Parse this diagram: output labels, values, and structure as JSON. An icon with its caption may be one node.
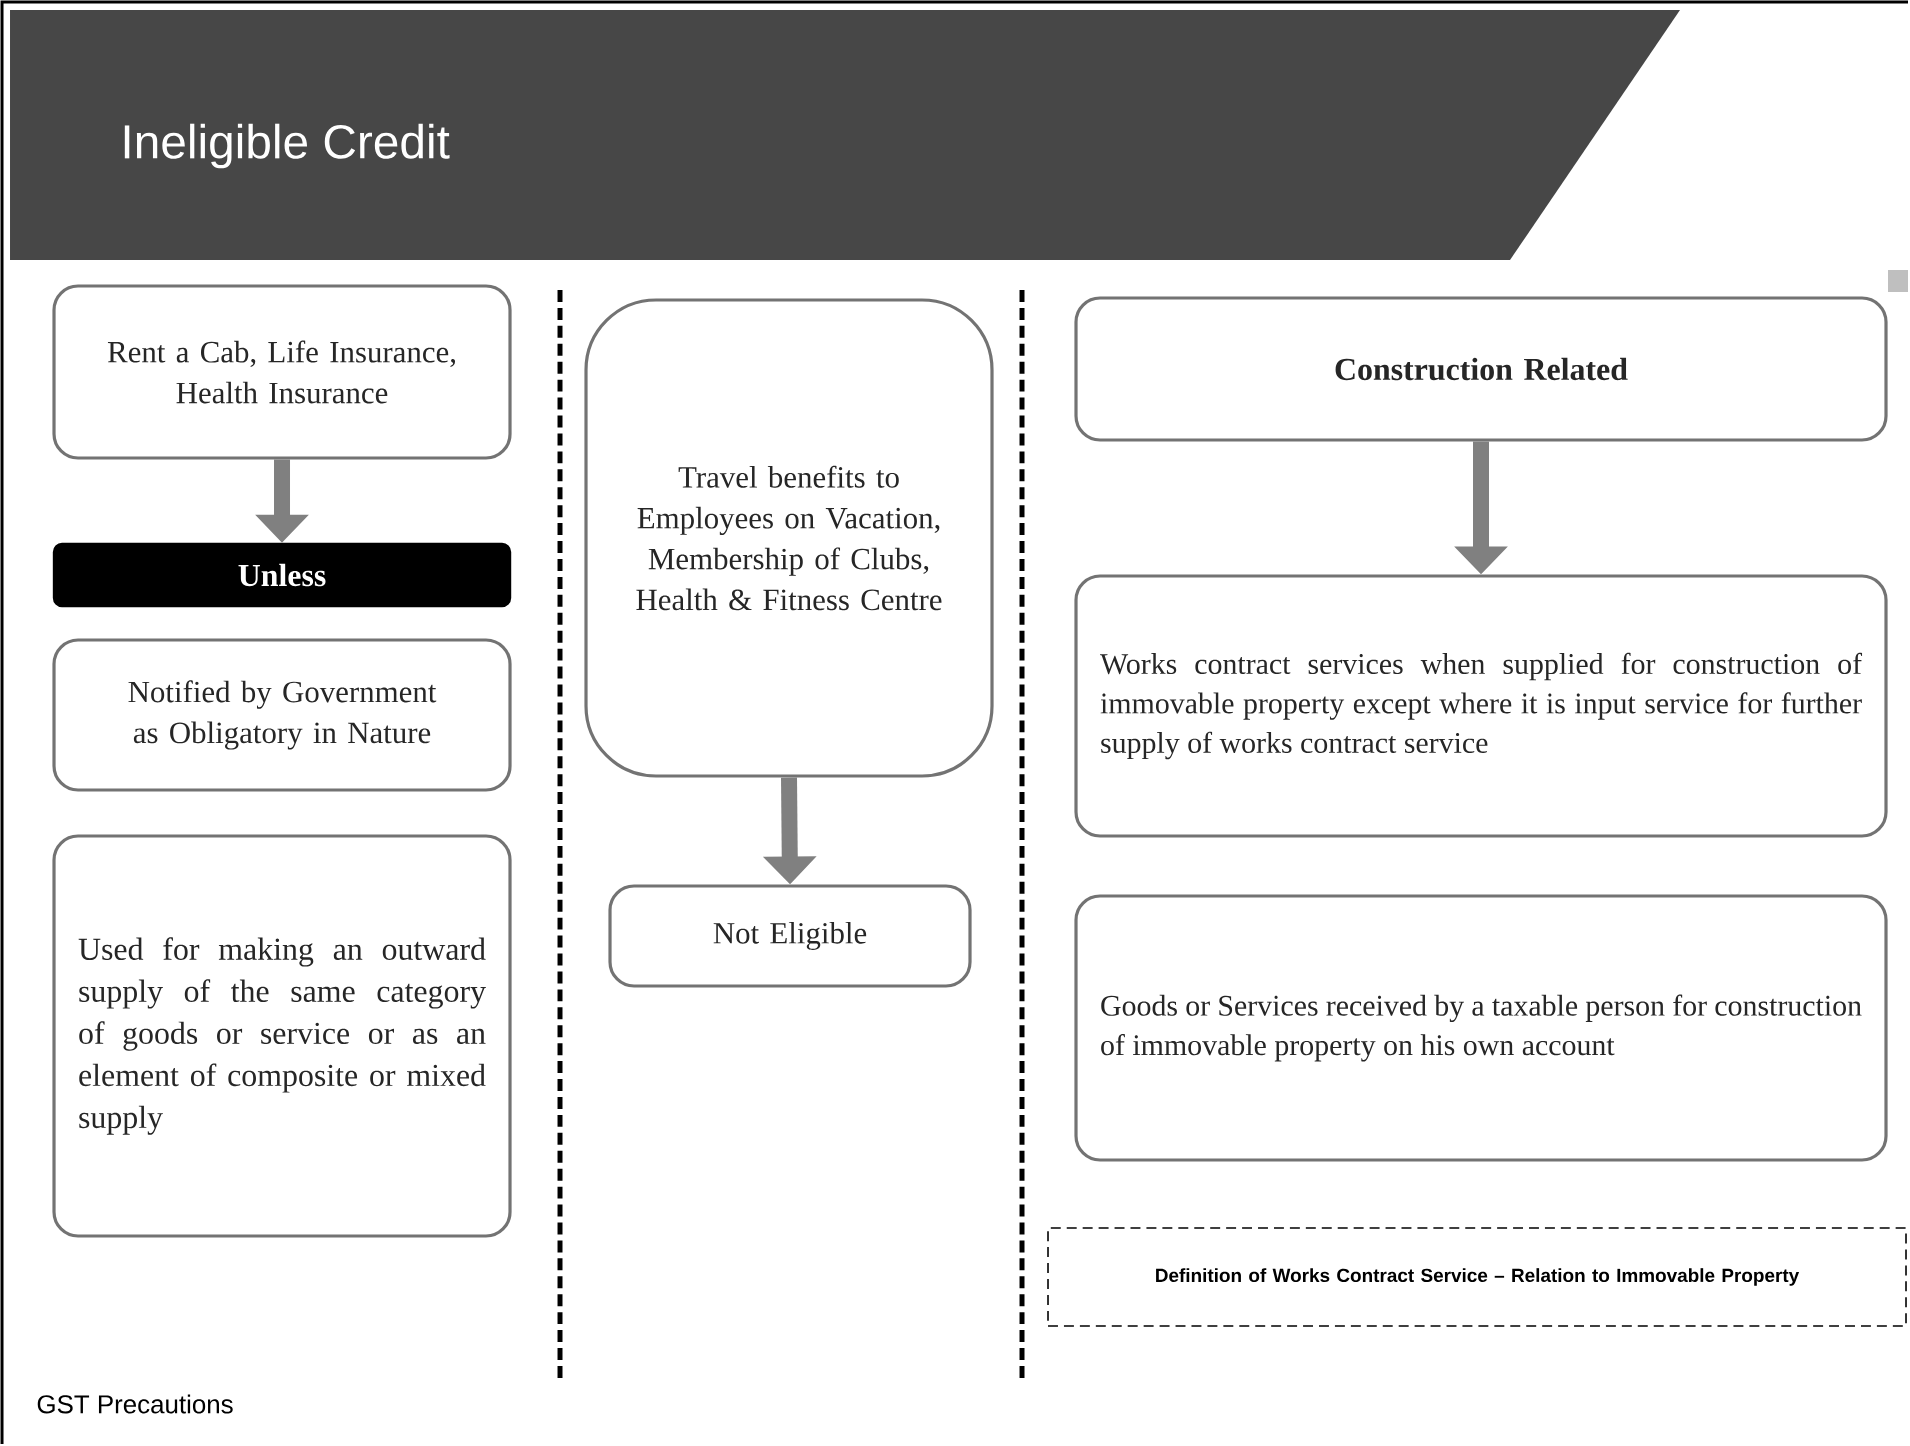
{
  "diagram": {
    "title": "Ineligible Credit",
    "nodes": [
      {
        "text": [
          "Rent a Cab, Life Insurance, Health Insurance"
        ]
      },
      {
        "text": [
          "Unless"
        ]
      },
      {
        "text": [
          "Notified by Government as Obligatory in Nature"
        ]
      },
      {
        "text": [
          "Used for making an outward supply of the same category of goods or service or as an element of composite or mixed supply"
        ]
      },
      {
        "text": [
          "Travel benefits to Employees on Vacation, Membership of Clubs, Health & Fitness Centre"
        ]
      },
      {
        "text": [
          "Not Eligible"
        ]
      },
      {
        "text": [
          "Construction Related"
        ]
      },
      {
        "text": [
          "Works contract services when supplied for construction of immovable property except where it is input service for further supply of works contract service"
        ]
      },
      {
        "text": [
          "Goods or Services received by a taxable person for construction of immovable property on his own account"
        ]
      },
      {
        "text": [
          "Definition of Works Contract Service – Relation to Immovable Property"
        ]
      }
    ],
    "edges": [
      {
        "from": 0,
        "to": 1,
        "arrow": "to"
      },
      {
        "from": 4,
        "to": 5,
        "arrow": "to"
      },
      {
        "from": 6,
        "to": 7,
        "arrow": "to"
      }
    ],
    "labels": [
      "GST Precautions"
    ]
  }
}
